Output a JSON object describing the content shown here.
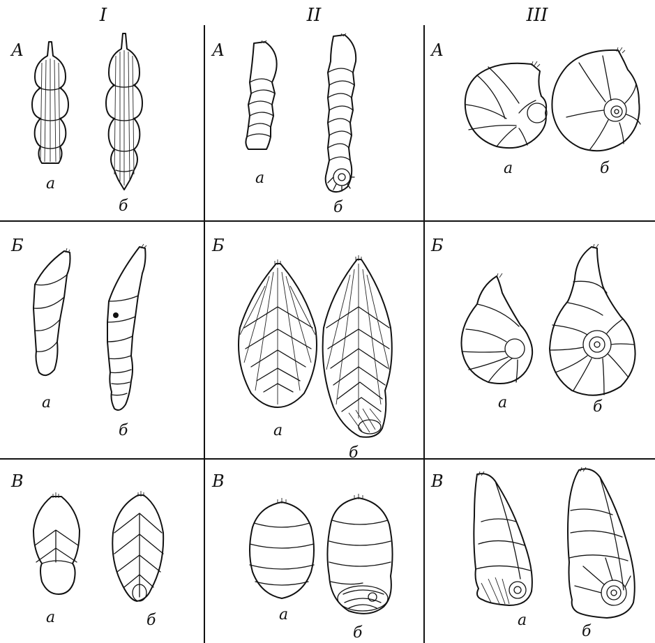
{
  "columns": [
    "I",
    "II",
    "III"
  ],
  "rows": [
    "А",
    "Б",
    "В"
  ],
  "sublabels": {
    "a": "а",
    "b": "б"
  },
  "panels": [
    {
      "id": "I-A",
      "row_label": "А",
      "col": "I",
      "label_a": "а",
      "label_b": "б"
    },
    {
      "id": "II-A",
      "row_label": "А",
      "col": "II",
      "label_a": "а",
      "label_b": "б"
    },
    {
      "id": "III-A",
      "row_label": "А",
      "col": "III",
      "label_a": "а",
      "label_b": "б"
    },
    {
      "id": "I-B",
      "row_label": "Б",
      "col": "I",
      "label_a": "а",
      "label_b": "б"
    },
    {
      "id": "II-B",
      "row_label": "Б",
      "col": "II",
      "label_a": "а",
      "label_b": "б"
    },
    {
      "id": "III-B",
      "row_label": "Б",
      "col": "III",
      "label_a": "а",
      "label_b": "б"
    },
    {
      "id": "I-V",
      "row_label": "В",
      "col": "I",
      "label_a": "а",
      "label_b": "б"
    },
    {
      "id": "II-V",
      "row_label": "В",
      "col": "II",
      "label_a": "а",
      "label_b": "б"
    },
    {
      "id": "III-V",
      "row_label": "В",
      "col": "III",
      "label_a": "а",
      "label_b": "б"
    }
  ]
}
